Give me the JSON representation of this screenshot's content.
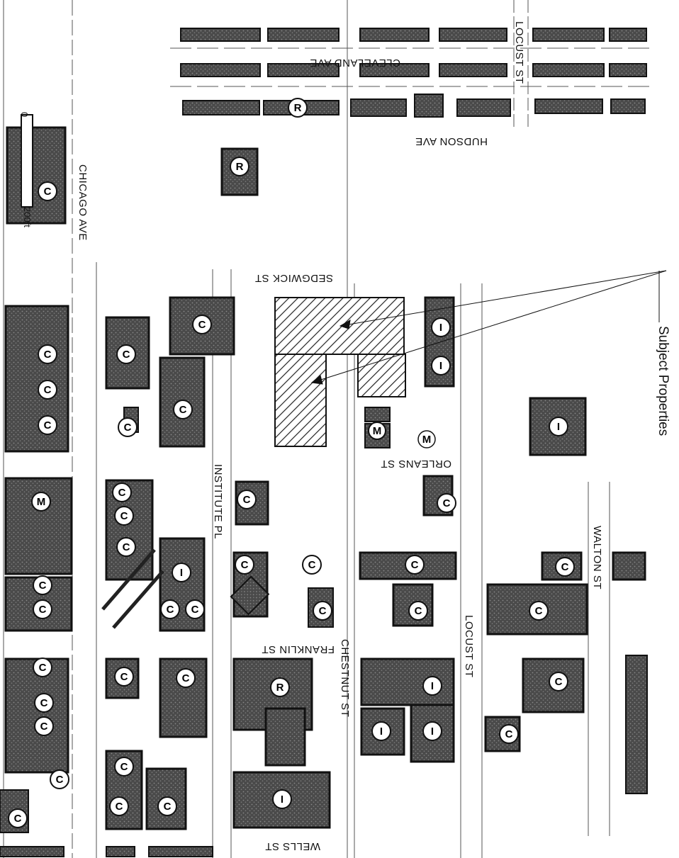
{
  "streets": {
    "chicago": "CHICAGO AVE",
    "sedgwick": "SEDGWICK ST",
    "orleans": "ORLEANS ST",
    "institute": "INSTITUTE PL",
    "franklin": "FRANKLIN ST",
    "wells": "WELLS ST",
    "chestnut": "CHESTNUT ST",
    "locust_lower": "LOCUST ST",
    "locust_upper": "LOCUST ST",
    "walton": "WALTON ST",
    "cleveland": "CLEVELAND AVE",
    "hudson": "HUDSON AVE"
  },
  "annotation": {
    "subject_properties": "Subject Properties"
  },
  "scale_bar": {
    "start_label": "0",
    "end_label": "200ft"
  },
  "legend_codes": {
    "commercial": "C",
    "industrial": "I",
    "residential": "R",
    "mixed": "M"
  },
  "colors": {
    "building": "#3a3a3a",
    "subject_hatch": "#222222",
    "background": "#ffffff"
  }
}
